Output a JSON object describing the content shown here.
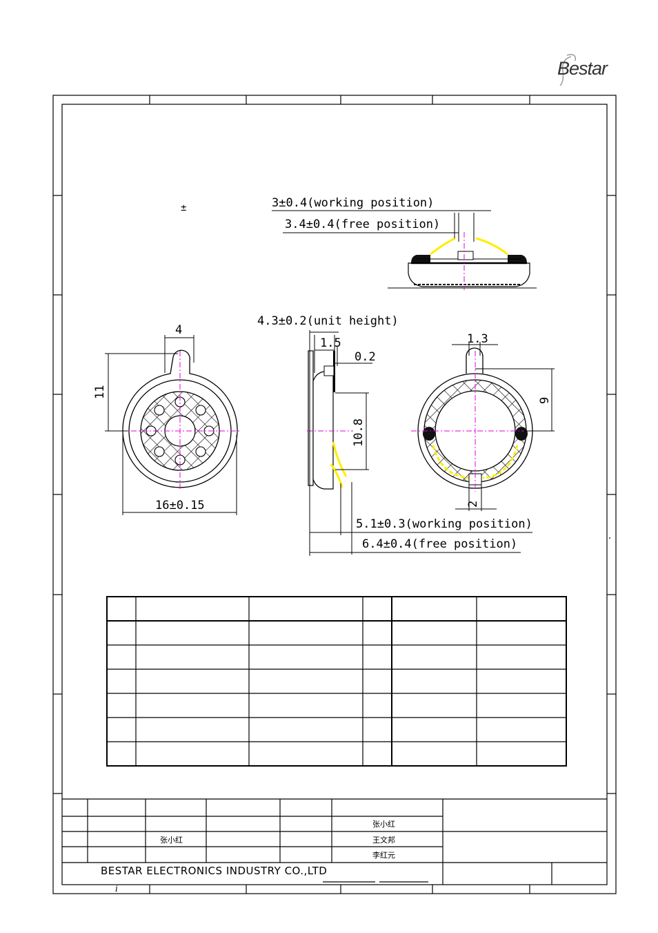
{
  "logo": {
    "text": "Bestar",
    "mark": "B"
  },
  "note_symbol": "±",
  "dimensions": {
    "top_working": "3±0.4(working position)",
    "top_free": "3.4±0.4(free position)",
    "unit_height": "4.3±0.2(unit height)",
    "width_4": "4",
    "height_11": "11",
    "diameter": "16±0.15",
    "side_1_5": "1.5",
    "side_0_2": "0.2",
    "side_10_8": "10.8",
    "back_1_3": "1.3",
    "back_9": "9",
    "back_2": "2",
    "bottom_working": "5.1±0.3(working position)",
    "bottom_free": "6.4±0.4(free position)"
  },
  "title_block": {
    "names": [
      "张小红",
      "张小红",
      "王文邦",
      "李红元"
    ],
    "company": "BESTAR ELECTRONICS INDUSTRY CO.,LTD",
    "mark": "i"
  },
  "colors": {
    "center_line": "#e000e0",
    "lead_wire": "#ffee00",
    "line": "#000000"
  }
}
